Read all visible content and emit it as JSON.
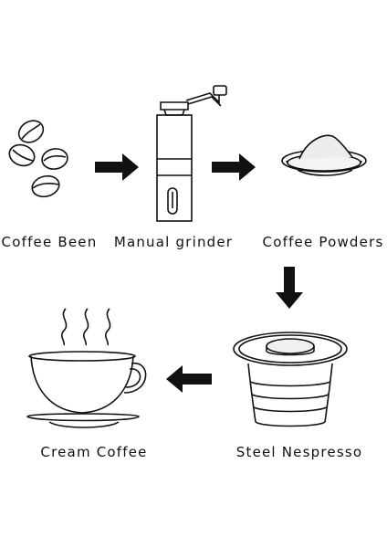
{
  "diagram": {
    "steps": [
      {
        "id": "beans",
        "label": "Coffee Been",
        "icon": "coffee-beans-icon"
      },
      {
        "id": "grinder",
        "label": "Manual grinder",
        "icon": "manual-grinder-icon"
      },
      {
        "id": "powder",
        "label": "Coffee Powders",
        "icon": "coffee-powder-bowl-icon"
      },
      {
        "id": "capsule",
        "label": "Steel Nespresso",
        "icon": "steel-capsule-icon"
      },
      {
        "id": "cup",
        "label": "Cream Coffee",
        "icon": "coffee-cup-icon"
      }
    ],
    "arrows": [
      {
        "from": "beans",
        "to": "grinder",
        "direction": "right"
      },
      {
        "from": "grinder",
        "to": "powder",
        "direction": "right"
      },
      {
        "from": "powder",
        "to": "capsule",
        "direction": "down"
      },
      {
        "from": "capsule",
        "to": "cup",
        "direction": "left"
      }
    ],
    "colors": {
      "stroke": "#111111",
      "arrow": "#111111",
      "background": "#ffffff"
    }
  }
}
